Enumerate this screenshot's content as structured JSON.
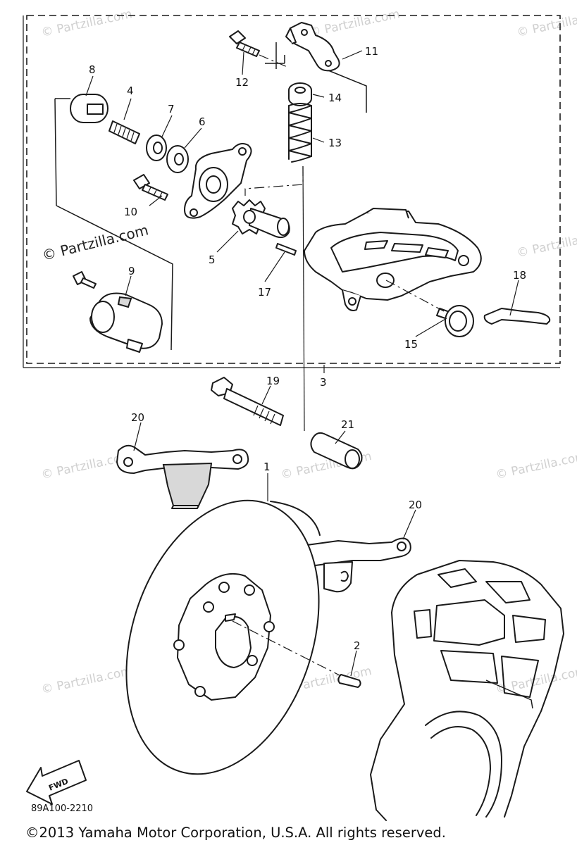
{
  "diagram": {
    "part_labels": {
      "p1": "1",
      "p2": "2",
      "p3": "3",
      "p4": "4",
      "p5": "5",
      "p6": "6",
      "p7": "7",
      "p8": "8",
      "p9": "9",
      "p10": "10",
      "p11": "11",
      "p12": "12",
      "p13": "13",
      "p14": "14",
      "p15": "15",
      "p17": "17",
      "p18": "18",
      "p19": "19",
      "p20a": "20",
      "p20b": "20",
      "p21": "21"
    },
    "watermark_main": "© Partzilla.com",
    "watermark_faint": "© Partzilla.com",
    "fwd_label": "FWD",
    "diagram_code": "89A100-2210",
    "copyright": "©2013 Yamaha Motor Corporation, U.S.A. All rights reserved."
  }
}
